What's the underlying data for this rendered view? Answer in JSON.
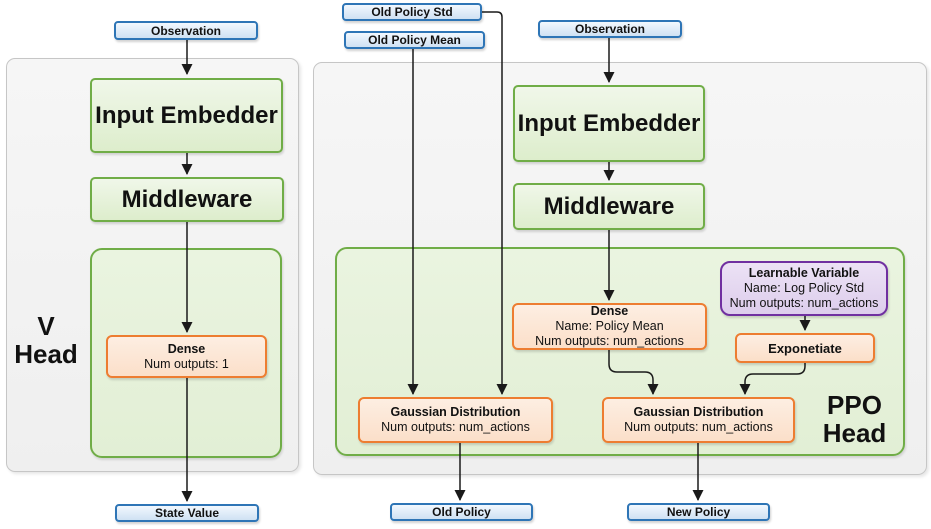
{
  "diagram_title": "PPO actor-critic network heads diagram",
  "colors": {
    "io_border_blue": "#2e75b6",
    "io_fill_blue": "#d6e6f5",
    "process_border_green": "#70ad47",
    "process_fill_green": "#e2efd5",
    "layer_border_orange": "#ed7d31",
    "layer_fill_orange": "#fce4d6",
    "variable_border_purple": "#7030a0",
    "variable_fill_purple": "#e2d4ee",
    "container_fill_gray": "#f2f2f2",
    "connector_black": "#1a1a1a"
  },
  "v_head": {
    "observation": "Observation",
    "input_embedder": "Input Embedder",
    "middleware": "Middleware",
    "dense": {
      "title": "Dense",
      "line2": "Num outputs: 1"
    },
    "label_line1": "V",
    "label_line2": "Head",
    "state_value": "State Value"
  },
  "ppo_head": {
    "old_policy_std": "Old Policy Std",
    "old_policy_mean": "Old Policy Mean",
    "observation": "Observation",
    "input_embedder": "Input Embedder",
    "middleware": "Middleware",
    "dense": {
      "title": "Dense",
      "line2": "Name: Policy Mean",
      "line3": "Num outputs: num_actions"
    },
    "learnable_variable": {
      "title": "Learnable Variable",
      "line2": "Name: Log Policy Std",
      "line3": "Num outputs: num_actions"
    },
    "exponetiate": "Exponetiate",
    "gaussian_old": {
      "title": "Gaussian Distribution",
      "line2": "Num outputs: num_actions"
    },
    "gaussian_new": {
      "title": "Gaussian Distribution",
      "line2": "Num outputs: num_actions"
    },
    "label_line1": "PPO",
    "label_line2": "Head",
    "old_policy": "Old Policy",
    "new_policy": "New Policy"
  }
}
